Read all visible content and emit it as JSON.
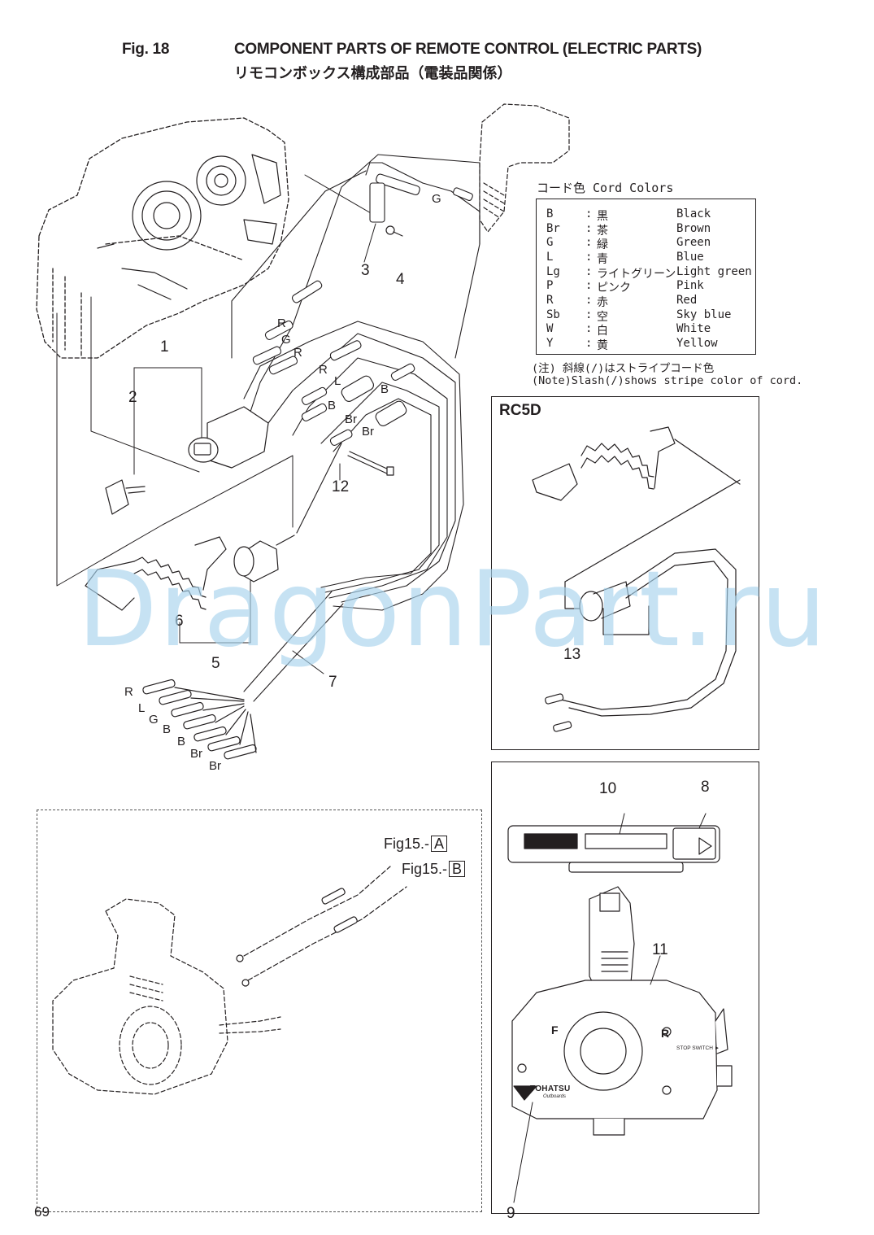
{
  "header": {
    "fig_label": "Fig. 18",
    "title_en": "COMPONENT PARTS OF REMOTE CONTROL (ELECTRIC PARTS)",
    "title_jp": "リモコンボックス構成部品（電装品関係）"
  },
  "legend": {
    "title": "コード色 Cord Colors",
    "rows": [
      {
        "code": "B",
        "jp": "黒",
        "en": "Black"
      },
      {
        "code": "Br",
        "jp": "茶",
        "en": "Brown"
      },
      {
        "code": "G",
        "jp": "緑",
        "en": "Green"
      },
      {
        "code": "L",
        "jp": "青",
        "en": "Blue"
      },
      {
        "code": "Lg",
        "jp": "ライトグリーン",
        "en": "Light green"
      },
      {
        "code": "P",
        "jp": "ピンク",
        "en": "Pink"
      },
      {
        "code": "R",
        "jp": "赤",
        "en": "Red"
      },
      {
        "code": "Sb",
        "jp": "空",
        "en": "Sky blue"
      },
      {
        "code": "W",
        "jp": "白",
        "en": "White"
      },
      {
        "code": "Y",
        "jp": "黄",
        "en": "Yellow"
      }
    ],
    "note_jp": "(注) 斜線(/)はストライプコード色",
    "note_en": "(Note)Slash(/)shows stripe color of cord."
  },
  "rc5d_label": "RC5D",
  "part_numbers": {
    "p1": "1",
    "p2": "2",
    "p3": "3",
    "p4": "4",
    "p5": "5",
    "p6": "6",
    "p7": "7",
    "p8": "8",
    "p9": "9",
    "p10": "10",
    "p11": "11",
    "p12": "12",
    "p13": "13"
  },
  "wire_labels": {
    "top": [
      "R",
      "G",
      "R",
      "R",
      "L",
      "B",
      "B",
      "Br",
      "Br",
      "G"
    ],
    "bottom": [
      "R",
      "L",
      "G",
      "B",
      "B",
      "Br",
      "Br"
    ]
  },
  "fig_refs": {
    "a_text": "Fig15.-",
    "a_box": "A",
    "b_text": "Fig15.-",
    "b_box": "B"
  },
  "control_marks": {
    "forward": "F",
    "reverse": "R",
    "stop_switch": "STOP SWITCH ►",
    "brand": "TOHATSU",
    "brand_sub": "Outboards"
  },
  "watermark": "DragonPart.ru",
  "page_number": "69"
}
